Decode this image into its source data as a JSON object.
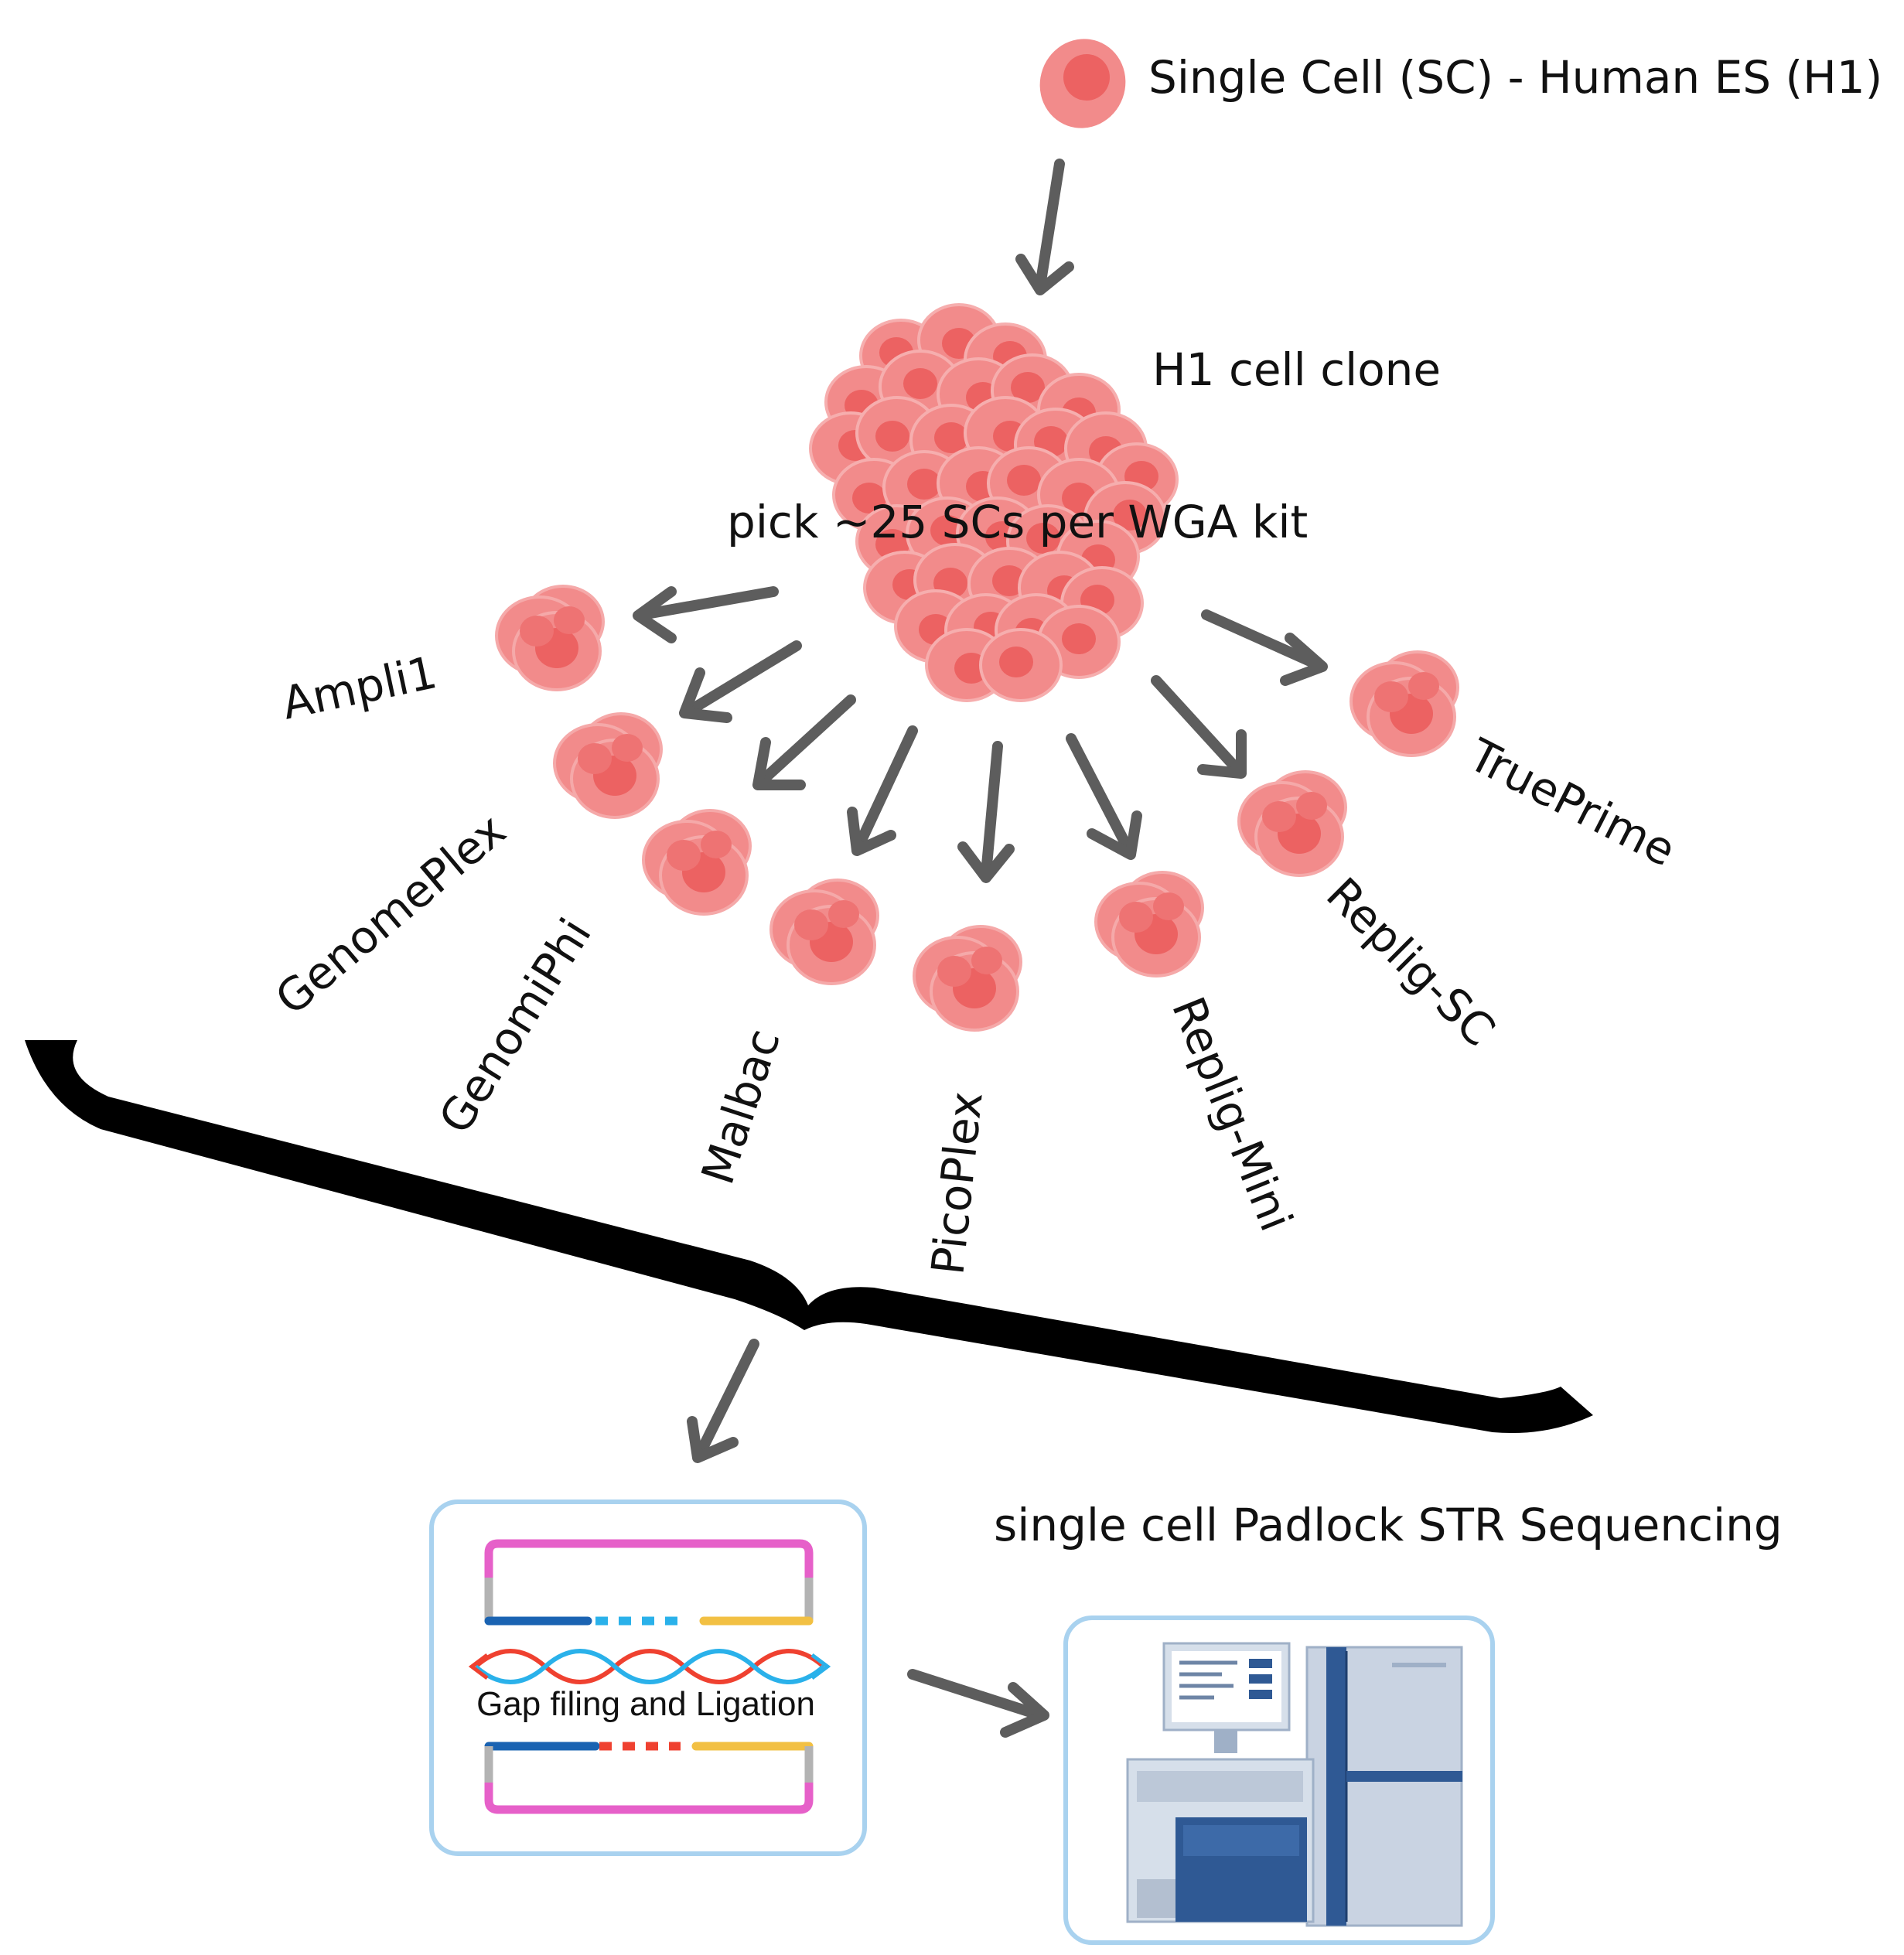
{
  "top_cell": {
    "label": "Single Cell (SC) - Human ES (H1)"
  },
  "clone": {
    "label": "H1 cell clone",
    "pick_text": "pick ~25 SCs per WGA kit"
  },
  "kits": [
    {
      "id": "ampli1",
      "label": "Ampli1"
    },
    {
      "id": "genomeplex",
      "label": "GenomePlex"
    },
    {
      "id": "genomiphi",
      "label": "GenomiPhi"
    },
    {
      "id": "malbac",
      "label": "Malbac"
    },
    {
      "id": "picoplex",
      "label": "PicoPlex"
    },
    {
      "id": "replig-mini",
      "label": "Replig-Mini"
    },
    {
      "id": "replig-sc",
      "label": "Replig-SC"
    },
    {
      "id": "trueprime",
      "label": "TruePrime"
    }
  ],
  "padlock_box": {
    "caption": "Gap filing and Ligation"
  },
  "sequencing": {
    "label": "single cell Padlock STR Sequencing"
  },
  "colors": {
    "cell_fill": "#f28b8b",
    "cell_nucleus": "#ec6262",
    "arrow": "#5d5d5d",
    "box_border": "#a9d2ef",
    "magenta": "#e660c9",
    "blue": "#1a63b2",
    "cyan": "#2ab1ea",
    "yellow": "#f2c043",
    "red": "#ef4130",
    "grey": "#b3b3b3",
    "machine_body": "#c9d3e2",
    "machine_dark": "#2f5994"
  }
}
